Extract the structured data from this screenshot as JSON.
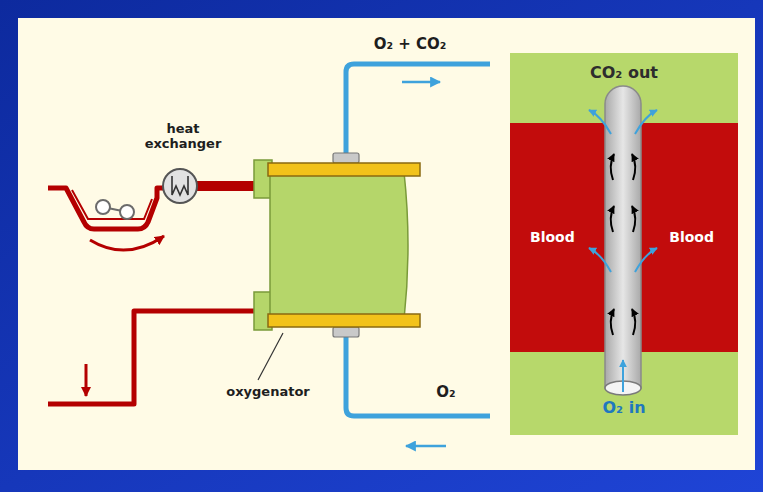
{
  "diagram": {
    "nodes": [
      {
        "text": [
          "CO₂ out"
        ]
      },
      {
        "text": [
          "Blood",
          "Blood"
        ]
      },
      {
        "text": [
          "O₂ in"
        ]
      }
    ],
    "labels": [
      "heat exchanger",
      "O₂ + CO₂",
      "oxygenator",
      "O₂"
    ]
  }
}
